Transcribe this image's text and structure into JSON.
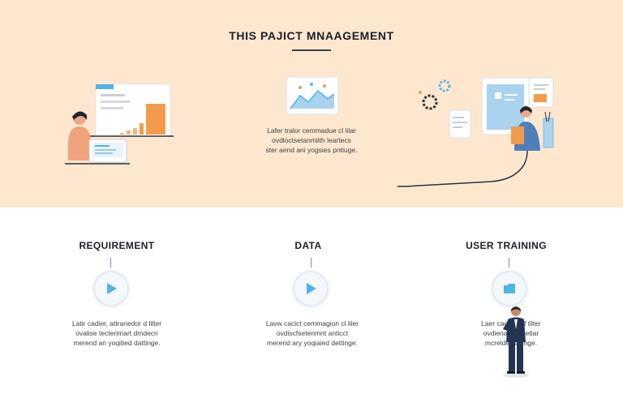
{
  "header": {
    "title": "THIS PAJICT MNAAGEMENT"
  },
  "top_blurb": {
    "text": "Lafer tralor cemmadue cl lilar\novdloctsetanmiith leartecs\nster aend ani yogsies pntiuge."
  },
  "sections": [
    {
      "title": "REQUIREMENT",
      "icon": "play-icon",
      "description": "Latir cadier, attranedor d lilter\novalise tecterimart dmdecn\nmerend an yoqitied dattinge."
    },
    {
      "title": "DATA",
      "icon": "play-icon",
      "description": "Lavw cacict cemmagion cl liler\novdiscfsetenmnt anticct\nmerend ary yoqiaied dettinge."
    },
    {
      "title": "USER TRAINING",
      "icon": "folder-icon",
      "description": "Laer cadie wef tilter\novdieriai o whetlar\nmcrelde yacinge."
    }
  ],
  "colors": {
    "top_band": "#fde8cf",
    "accent_blue": "#4fb3e8",
    "accent_orange": "#f29b4c"
  }
}
